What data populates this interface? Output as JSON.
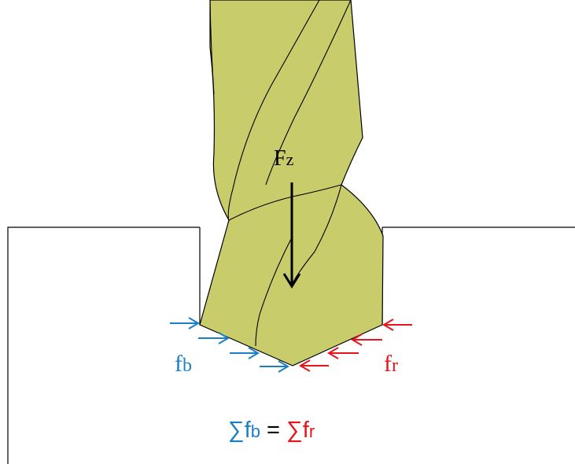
{
  "colors": {
    "drill_fill": "#c9cc6a",
    "drill_stroke": "#000000",
    "blue": "#1a7fc7",
    "red": "#e8131b",
    "black": "#000000"
  },
  "labels": {
    "fz_main": "F",
    "fz_sub": "z",
    "fb_main": "f",
    "fb_sub": "b",
    "fr_main": "f",
    "fr_sub": "r",
    "sum_symbol": "∑",
    "eq_fb_main": "f",
    "eq_fb_sub": "b",
    "eq_equals": " = ",
    "eq_fr_main": "f",
    "eq_fr_sub": "r"
  }
}
